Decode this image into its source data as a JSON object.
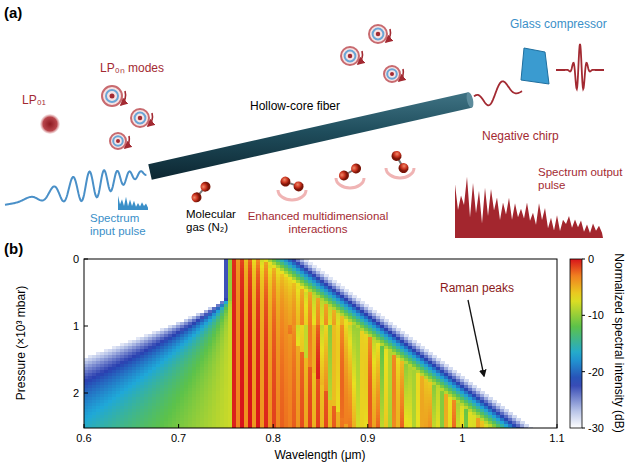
{
  "diagram": {
    "labels": [
      "(a)",
      "LP₀ₙ modes",
      "LP₀₁",
      "Hollow-core fiber",
      "Glass compressor",
      "Negative chirp",
      "Spectrum output pulse",
      "Spectrum input pulse",
      "Molecular gas (N₂)",
      "Enhanced multidimensional interactions",
      "(b)",
      "Raman peaks",
      "Pressure (×10³ mbar)",
      "0",
      "1",
      "2",
      "0.6",
      "0.7",
      "0.8",
      "0.9",
      "1",
      "1.1",
      "Wavelength (μm)",
      "0",
      "-10",
      "-20",
      "-30",
      "Normalized spectral intensity (dB)"
    ]
  }
}
